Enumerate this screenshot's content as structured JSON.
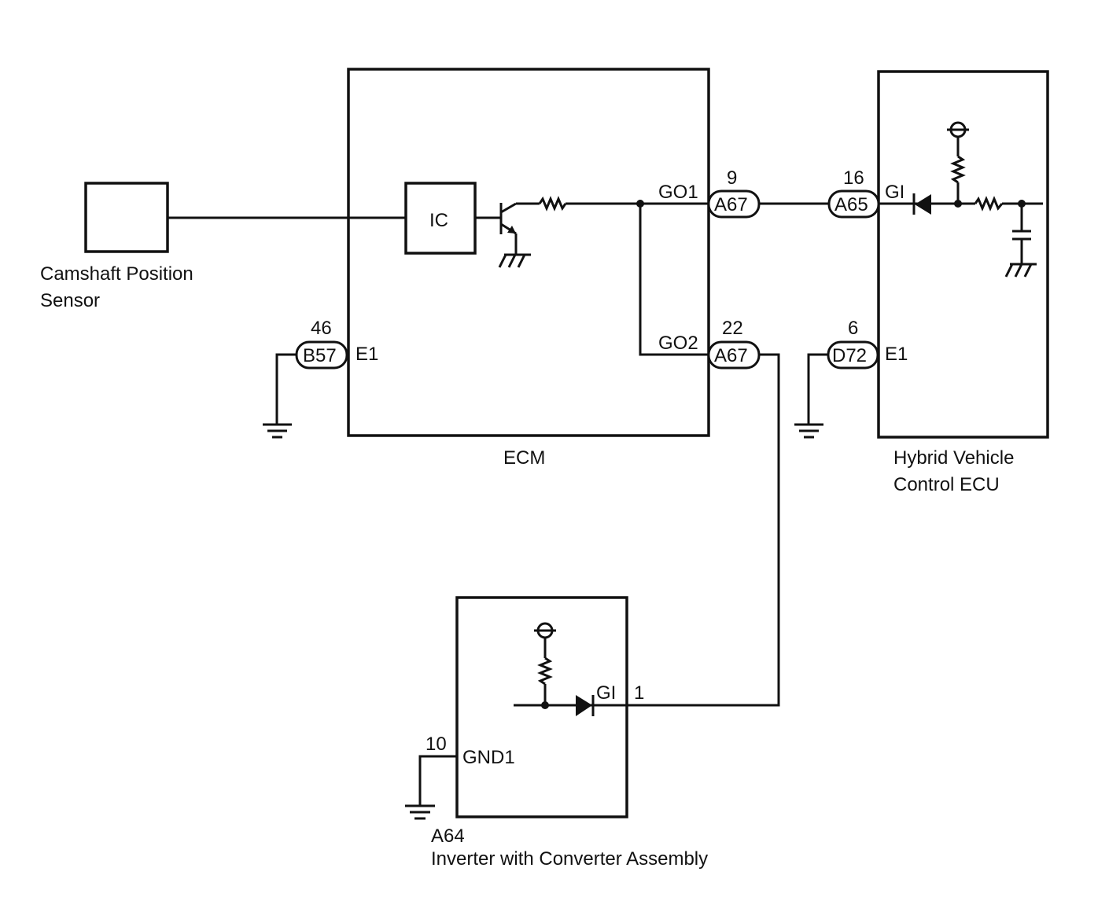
{
  "components": {
    "camshaft_sensor": {
      "line1": "Camshaft Position",
      "line2": "Sensor"
    },
    "ecm": {
      "label": "ECM",
      "ic": "IC"
    },
    "hv_ecu": {
      "line1": "Hybrid Vehicle",
      "line2": "Control ECU"
    },
    "inverter": {
      "code": "A64",
      "name": "Inverter with Converter Assembly"
    }
  },
  "connectors": {
    "ecm_go1": {
      "pin": "9",
      "code": "A67",
      "terminal": "GO1"
    },
    "ecm_go2": {
      "pin": "22",
      "code": "A67",
      "terminal": "GO2"
    },
    "ecm_e1": {
      "pin": "46",
      "code": "B57",
      "terminal": "E1"
    },
    "hv_gi": {
      "pin": "16",
      "code": "A65",
      "terminal": "GI"
    },
    "hv_e1": {
      "pin": "6",
      "code": "D72",
      "terminal": "E1"
    },
    "inv_gi": {
      "pin": "1",
      "terminal": "GI"
    },
    "inv_gnd": {
      "pin": "10",
      "terminal": "GND1"
    }
  }
}
